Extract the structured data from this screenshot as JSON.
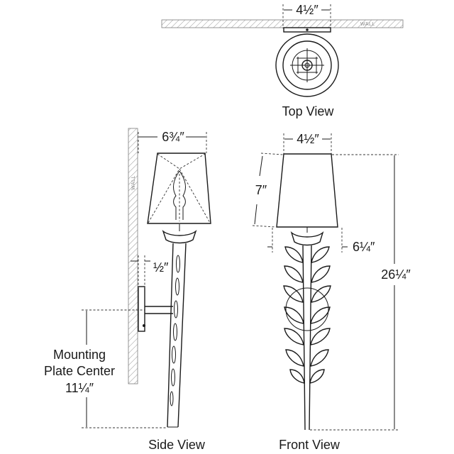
{
  "views": {
    "top": "Top View",
    "side": "Side View",
    "front": "Front View"
  },
  "dimensions": {
    "top_width": "4½″",
    "side_shade_width": "6¾″",
    "front_shade_top": "4½″",
    "shade_height": "7″",
    "shade_bottom": "6¼″",
    "wall_offset": "½″",
    "overall_height": "26¼″",
    "mounting_line1": "Mounting",
    "mounting_line2": "Plate Center",
    "mounting_value": "11¼″"
  },
  "wall_labels": {
    "top": "WALL",
    "side": "WALL"
  }
}
